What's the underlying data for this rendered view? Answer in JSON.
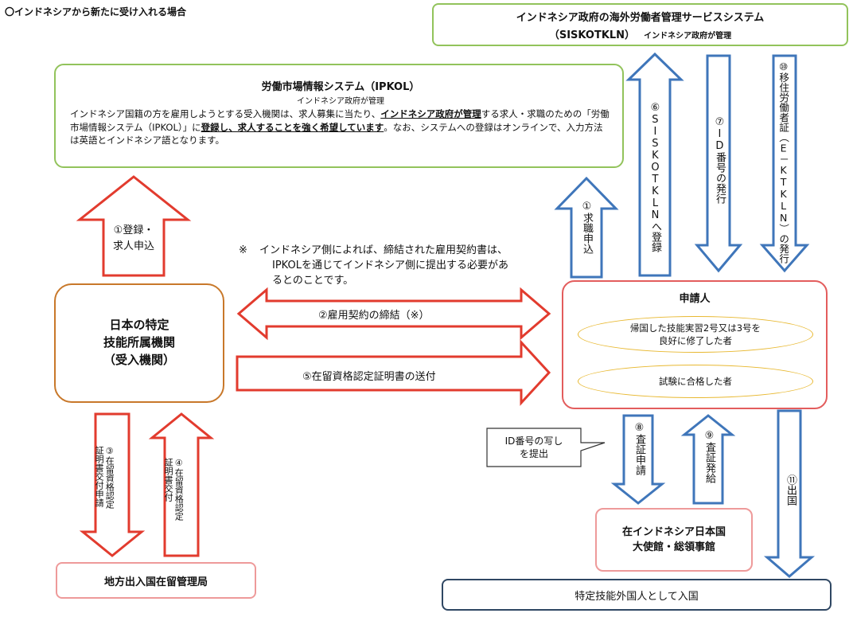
{
  "page_title": "〇インドネシアから新たに受け入れる場合",
  "siskotkln": {
    "title": "インドネシア政府の海外労働者管理サービスシステム",
    "abbr": "（SISKOTKLN）",
    "managed": "インドネシア政府が管理"
  },
  "ipkol": {
    "title": "労働市場情報システム（IPKOL）",
    "managed": "インドネシア政府が管理",
    "body_1": "インドネシア国籍の方を雇用しようとする受入機関は、求人募集に当たり、",
    "body_2": "インドネシア政府が管理",
    "body_3": "する求人・求職のための「労働市場情報システム（IPKOL）」に",
    "body_4": "登録し、求人することを強く希望しています",
    "body_5": "。なお、システムへの登録はオンラインで、入力方法は英語とインドネシア語となります。"
  },
  "note": {
    "mark": "※",
    "line1": "インドネシア側によれば、締結された雇用契約書は、",
    "line2": "IPKOLを通じてインドネシア側に提出する必要があ",
    "line3": "るとのことです。"
  },
  "employer": {
    "line1": "日本の特定",
    "line2": "技能所属機関",
    "line3": "（受入機関）"
  },
  "applicant": {
    "title": "申請人",
    "option1_line1": "帰国した技能実習2号又は3号を",
    "option1_line2": "良好に修了した者",
    "option2": "試験に合格した者"
  },
  "immigration_bureau": "地方出入国在留管理局",
  "embassy": {
    "line1": "在インドネシア日本国",
    "line2": "大使館・総領事館"
  },
  "entry": "特定技能外国人として入国",
  "callout": {
    "line1": "ID番号の写し",
    "line2": "を提出"
  },
  "steps": {
    "s1_reg_line1": "①登録・",
    "s1_reg_line2": "求人申込",
    "s1_job": "①求職申込",
    "s2": "②雇用契約の締結（※）",
    "s3_line1": "③在留資格認定",
    "s3_line2": "証明書交付申請",
    "s4_line1": "④在留資格認定",
    "s4_line2": "証明書交付",
    "s5": "⑤在留資格認定証明書の送付",
    "s6": "⑥SISKOTKLNへ登録",
    "s7": "⑦ID番号の発行",
    "s8": "⑧査証申請",
    "s9": "⑨査証発給",
    "s10": "⑩移住労働者証（E－KTKLN）の発行",
    "s11": "⑪出国"
  },
  "colors": {
    "green": "#92c35b",
    "red": "#e23b2e",
    "blue": "#3f76ba",
    "orange": "#c8782a",
    "pink": "#ee9a9a",
    "yellow": "#e8b830",
    "navy": "#2f4763"
  }
}
